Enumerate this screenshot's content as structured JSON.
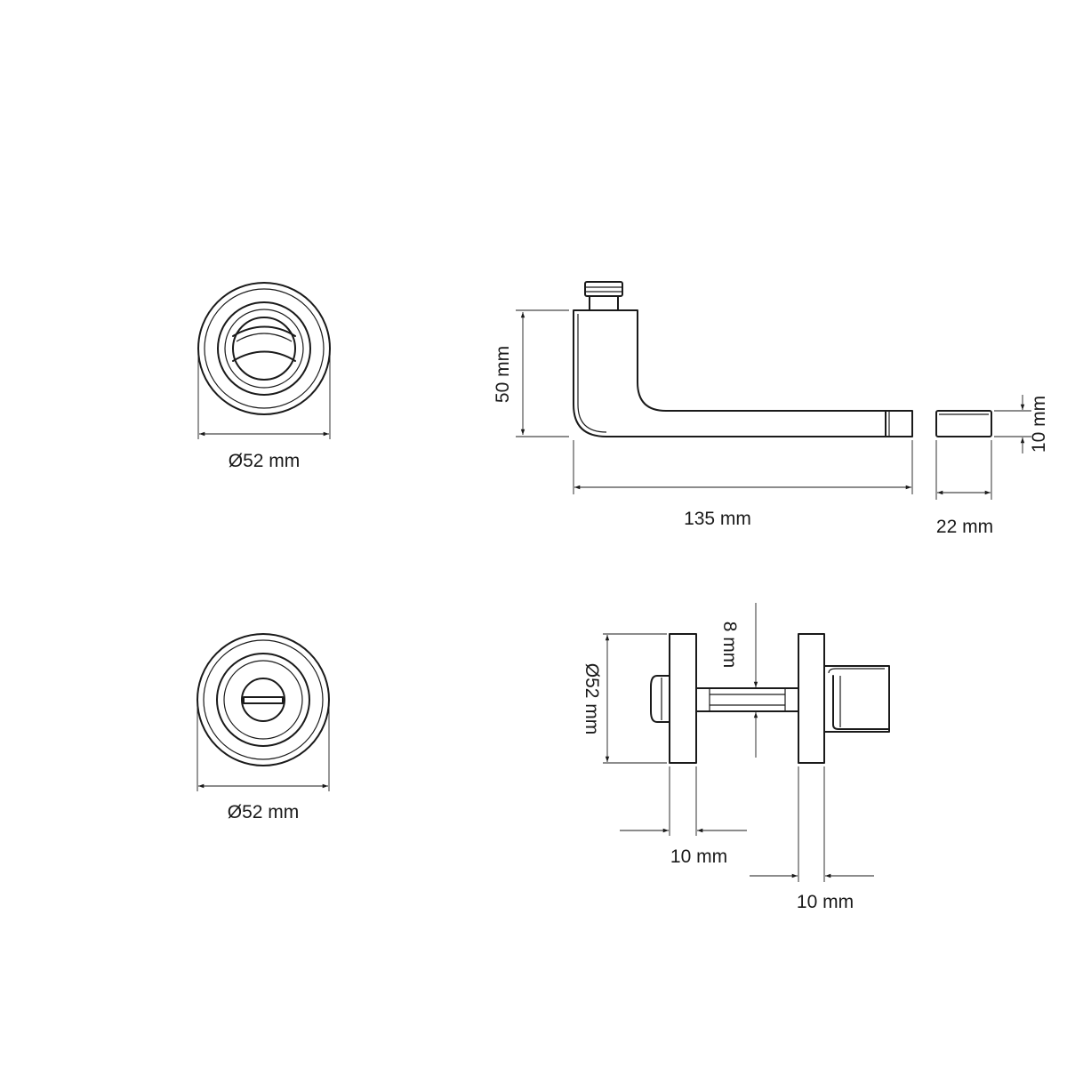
{
  "dimensions": {
    "rose_top_diameter": "Ø52 mm",
    "rose_bottom_diameter": "Ø52 mm",
    "lever_height": "50 mm",
    "lever_length": "135 mm",
    "lever_end_thickness": "10 mm",
    "lever_end_width": "22 mm",
    "lock_diameter": "Ø52 mm",
    "spindle_size": "8 mm",
    "rose_left_thickness": "10 mm",
    "rose_right_thickness": "10 mm"
  }
}
